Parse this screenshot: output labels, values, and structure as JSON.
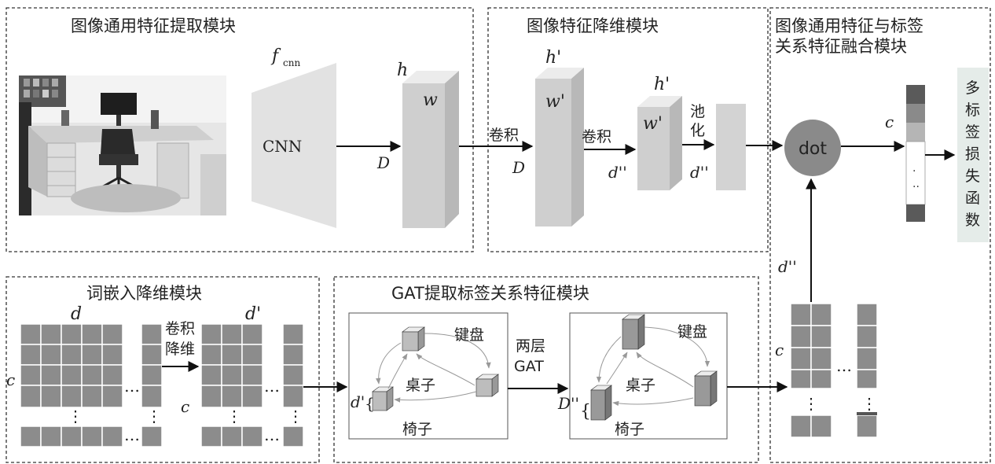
{
  "modules": {
    "image_feature": "图像通用特征提取模块",
    "dim_reduce": "图像特征降维模块",
    "fusion_line1": "图像通用特征与标签",
    "fusion_line2": "关系特征融合模块",
    "word_embed": "词嵌入降维模块",
    "gat": "GAT提取标签关系特征模块"
  },
  "image_block": {
    "f_symbol": "f",
    "f_sub": "cnn",
    "cnn_label": "CNN",
    "D": "D",
    "h": "h",
    "w": "w"
  },
  "reduce_block": {
    "conv1": "卷积",
    "conv2": "卷积",
    "pool_line1": "池",
    "pool_line2": "化",
    "D": "D",
    "h_prime1": "h'",
    "w_prime1": "w'",
    "h_prime2": "h'",
    "w_prime2": "w'",
    "d_pp1": "d''",
    "d_pp2": "d''"
  },
  "fusion_block": {
    "dot": "dot",
    "c": "c",
    "d_pp": "d''",
    "c2": "c",
    "ellipsis": "…",
    "vdots": "⋮",
    "loss_chars": [
      "多",
      "标",
      "签",
      "损",
      "失",
      "函",
      "数"
    ]
  },
  "word_block": {
    "d": "d",
    "d_prime": "d'",
    "c1": "c",
    "c2": "c",
    "conv_line1": "卷积",
    "conv_line2": "降维",
    "hdots": "…",
    "vdots": "⋮"
  },
  "gat_block": {
    "keyboard": "键盘",
    "table": "桌子",
    "chair": "椅子",
    "d_prime": "d'",
    "D_pp": "D''",
    "two_layer1": "两层",
    "two_layer2": "GAT"
  },
  "colors": {
    "cell": "#8c8c8c",
    "cube_front": "#cfcfcf",
    "cube_top": "#ececec",
    "cube_side": "#b8b8b8",
    "dot_circle": "#8a8a8a",
    "loss_bg": "#e5ece9"
  }
}
